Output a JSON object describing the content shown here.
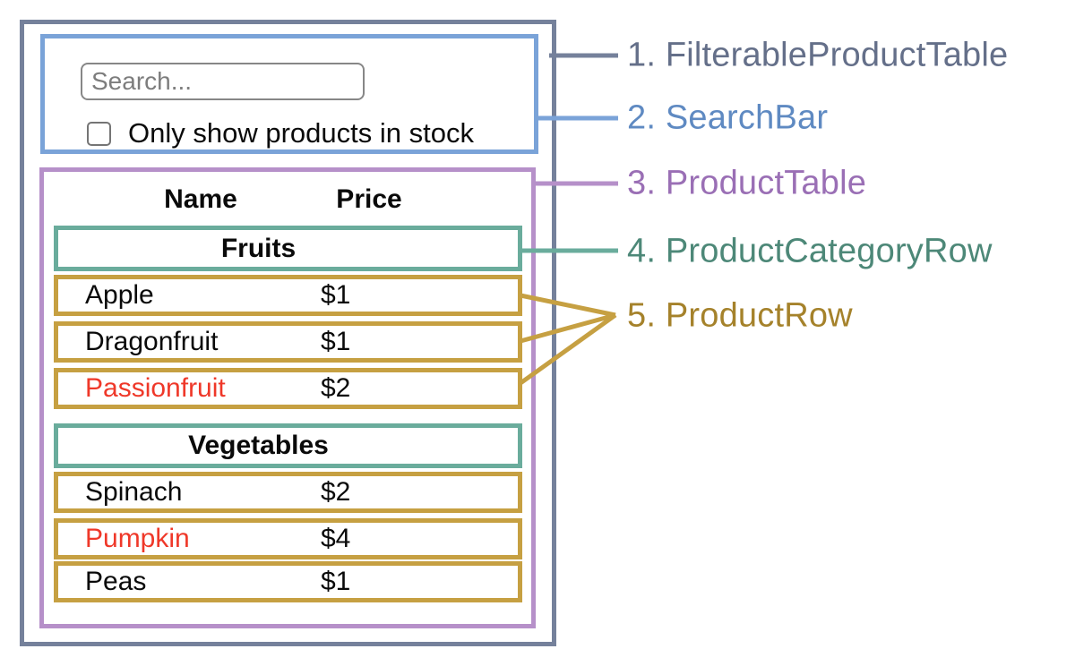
{
  "search_bar": {
    "placeholder": "Search...",
    "checkbox_label": "Only show products in stock",
    "checkbox_checked": false
  },
  "table": {
    "name_header": "Name",
    "price_header": "Price",
    "fruits": {
      "category": "Fruits",
      "rows": [
        {
          "name": "Apple",
          "price": "$1"
        },
        {
          "name": "Dragonfruit",
          "price": "$1"
        },
        {
          "name": "Passionfruit",
          "price": "$2"
        }
      ]
    },
    "vegetables": {
      "category": "Vegetables",
      "rows": [
        {
          "name": "Spinach",
          "price": "$2"
        },
        {
          "name": "Pumpkin",
          "price": "$4"
        },
        {
          "name": "Peas",
          "price": "$1"
        }
      ]
    }
  },
  "legend": {
    "items": [
      {
        "label": "1. FilterableProductTable",
        "color": "#646f89"
      },
      {
        "label": "2. SearchBar",
        "color": "#5f8ac2"
      },
      {
        "label": "3. ProductTable",
        "color": "#9a6fb5"
      },
      {
        "label": "4. ProductCategoryRow",
        "color": "#4d8878"
      },
      {
        "label": "5. ProductRow",
        "color": "#a5822b"
      }
    ]
  },
  "colors": {
    "filterable_product_table_border": "#75819b",
    "search_bar_border": "#7aa3d8",
    "product_table_border": "#b690c9",
    "category_row_border": "#6aac9c",
    "product_row_border": "#c6a042",
    "out_of_stock_text": "#ef3829"
  }
}
